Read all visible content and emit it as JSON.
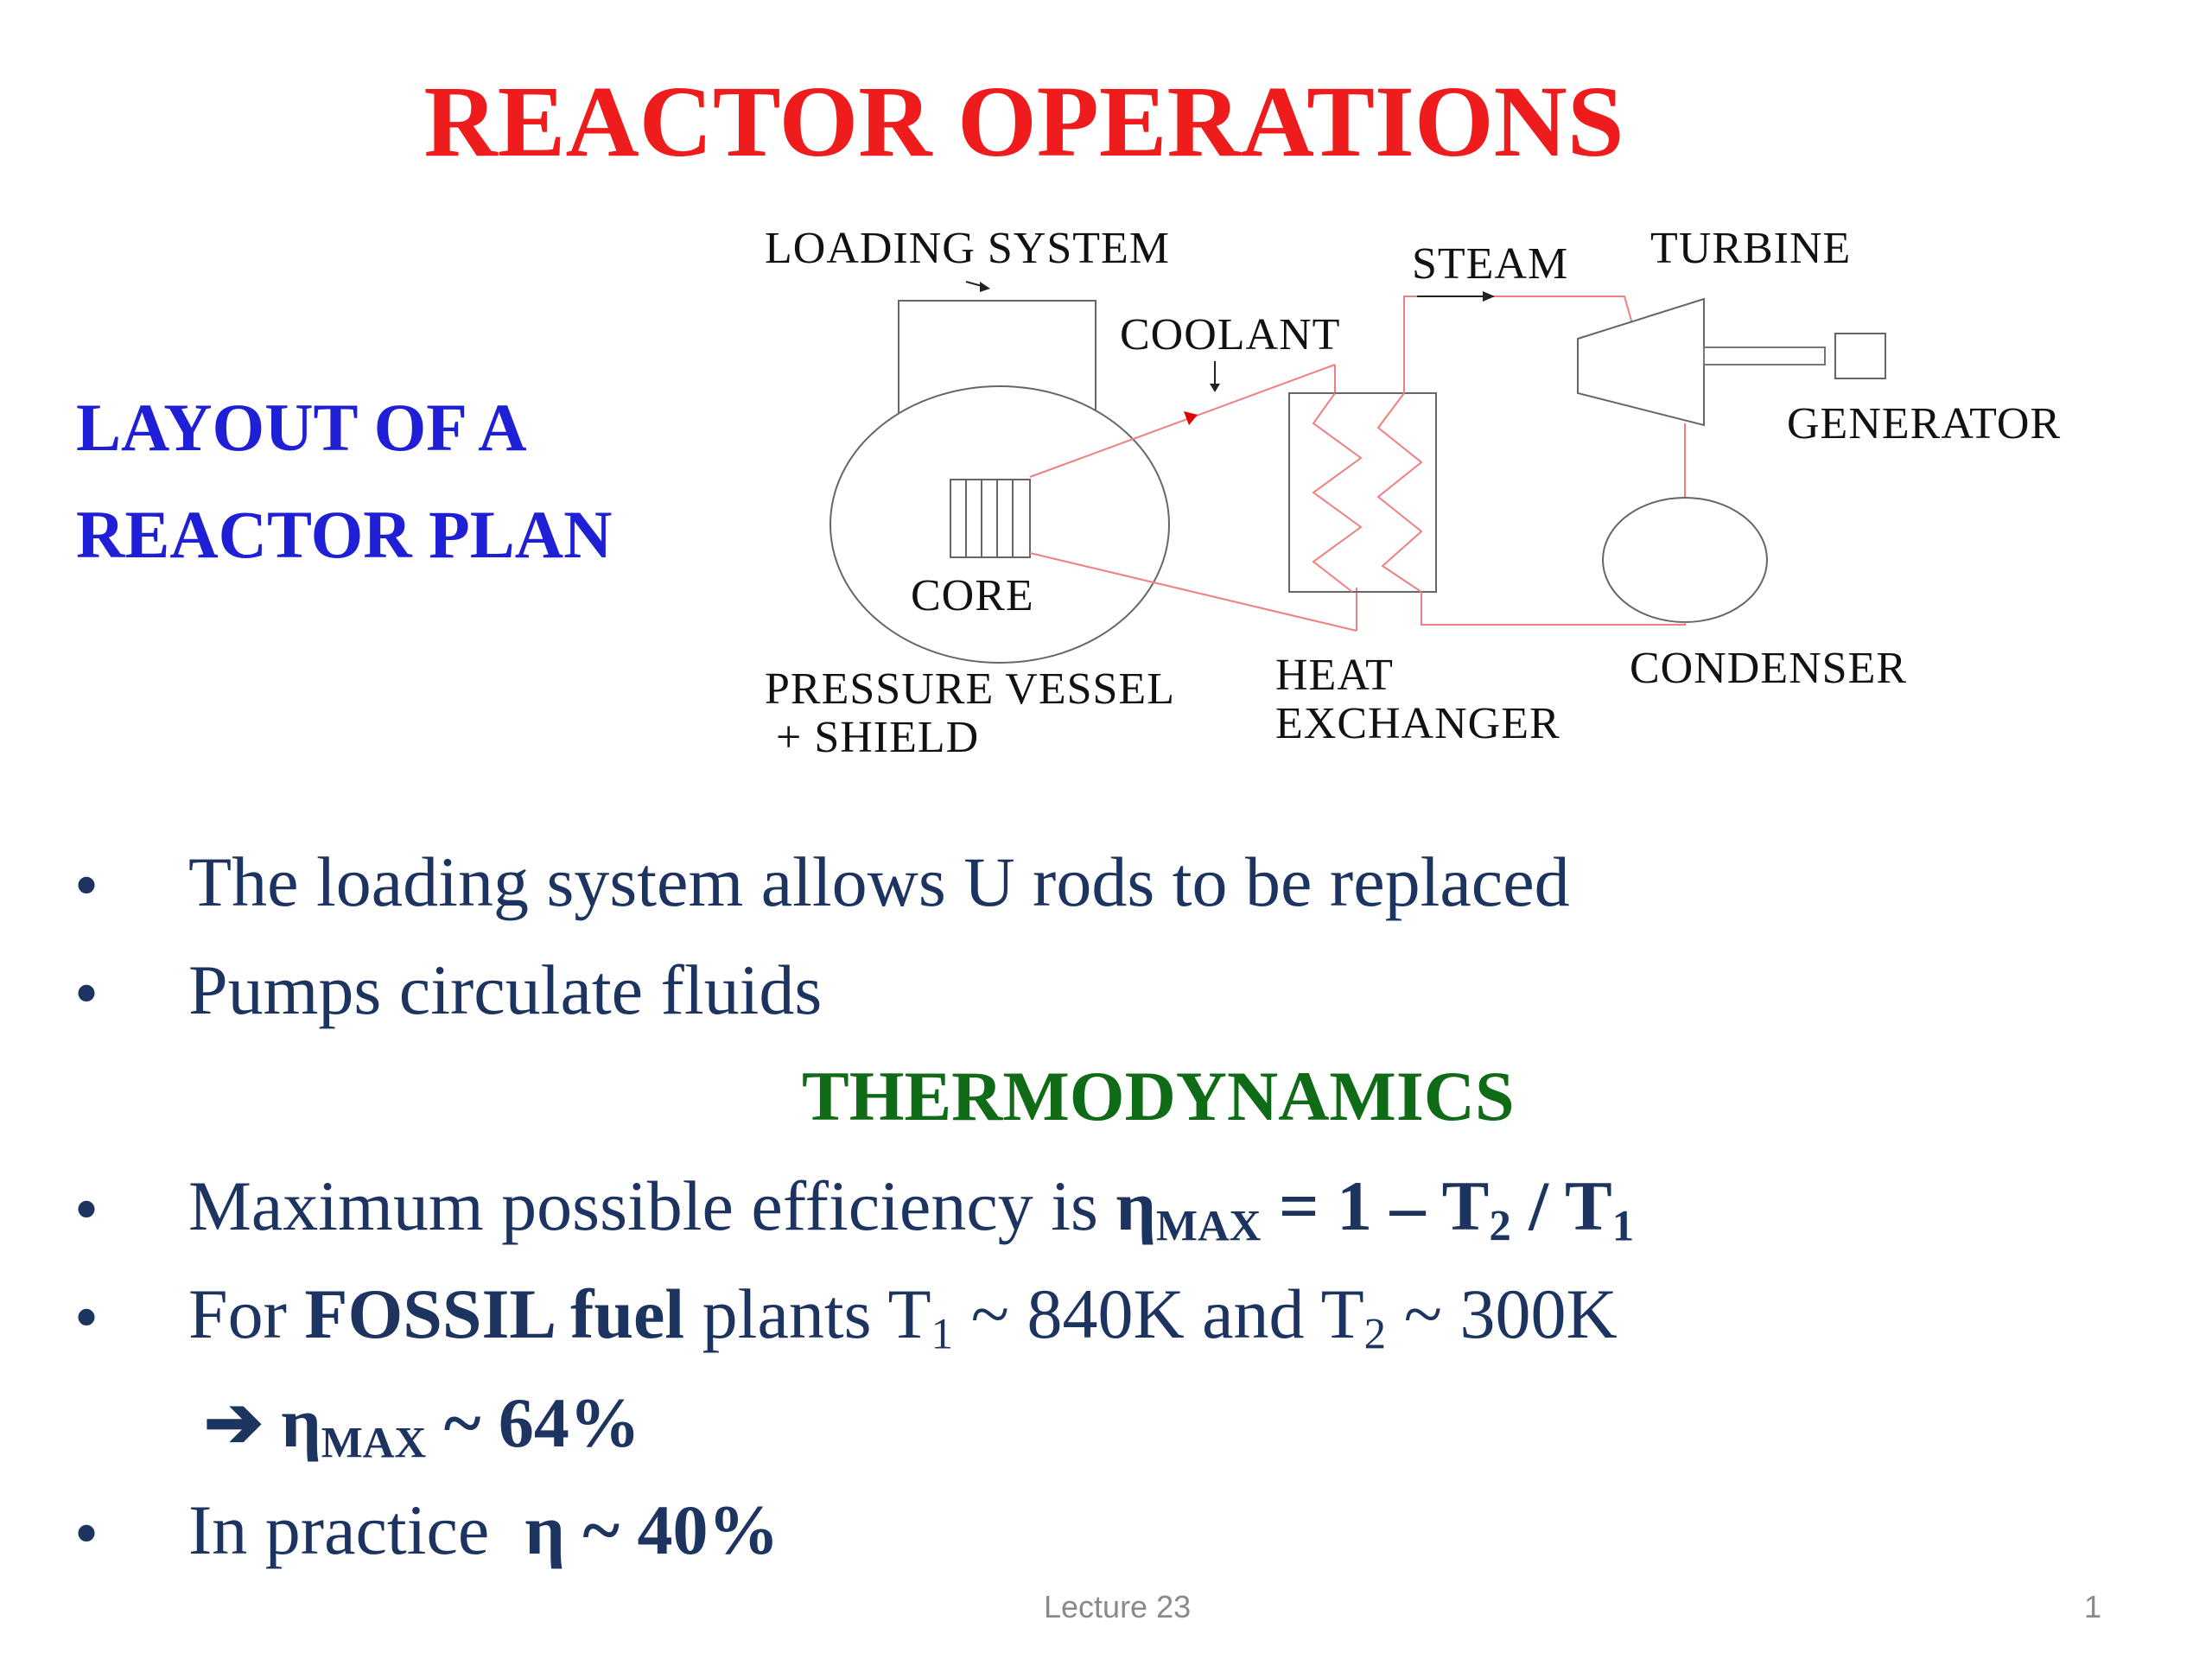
{
  "title": "REACTOR OPERATIONS",
  "layout_heading": {
    "line1": "LAYOUT OF A",
    "line2": "REACTOR PLAN"
  },
  "diagram": {
    "labels": {
      "loading_system": "LOADING SYSTEM",
      "coolant": "COOLANT",
      "steam": "STEAM",
      "turbine": "TURBINE",
      "generator": "GENERATOR",
      "core": "CORE",
      "pressure_vessel_1": "PRESSURE VESSEL",
      "pressure_vessel_2": "+ SHIELD",
      "heat_exchanger_1": "HEAT",
      "heat_exchanger_2": "EXCHANGER",
      "condenser": "CONDENSER"
    },
    "colors": {
      "outline": "#555555",
      "pipe": "#f08080",
      "arrow": "#e00000"
    }
  },
  "bullets_top": [
    "The loading system allows U rods to be replaced",
    "Pumps circulate fluids"
  ],
  "section_heading": "THERMODYNAMICS",
  "thermo": {
    "b1_pre": "Maximum possible efficiency is ",
    "b1_eta": "η",
    "b1_eta_sub": "MAX",
    "b1_eq": " = 1 – T",
    "b1_t2_sub": "2",
    "b1_div": " / T",
    "b1_t1_sub": "1",
    "b2_pre": "For ",
    "b2_bold": "FOSSIL fuel",
    "b2_mid": " plants T",
    "b2_t1_sub": "1",
    "b2_val1": " ~ 840K and T",
    "b2_t2_sub": "2",
    "b2_val2": " ~ 300K",
    "arrow_glyph": "➔",
    "r_eta": "η",
    "r_eta_sub": "MAX",
    "r_val": " ~ 64%",
    "b3_pre": "In practice  ",
    "b3_eta": "η",
    "b3_val": " ~ 40%"
  },
  "bullet_glyph": "•",
  "footer": {
    "lecture": "Lecture 23",
    "page": "1"
  }
}
